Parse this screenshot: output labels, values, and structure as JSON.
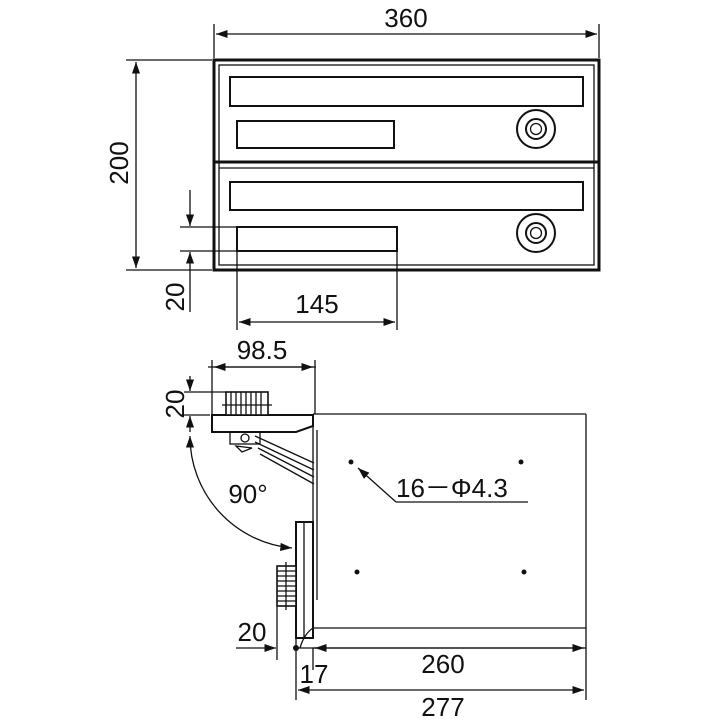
{
  "front_view": {
    "width_label": "360",
    "height_label": "200",
    "slot_height_label": "20",
    "slot_width_label": "145"
  },
  "side_view": {
    "depth_label": "98.5",
    "lid_height_label": "20",
    "angle_label": "90°",
    "holes_label": "16－Φ4.3",
    "bottom_left_label": "20",
    "offset_label": "17",
    "inner_depth_label": "260",
    "total_depth_label": "277"
  }
}
